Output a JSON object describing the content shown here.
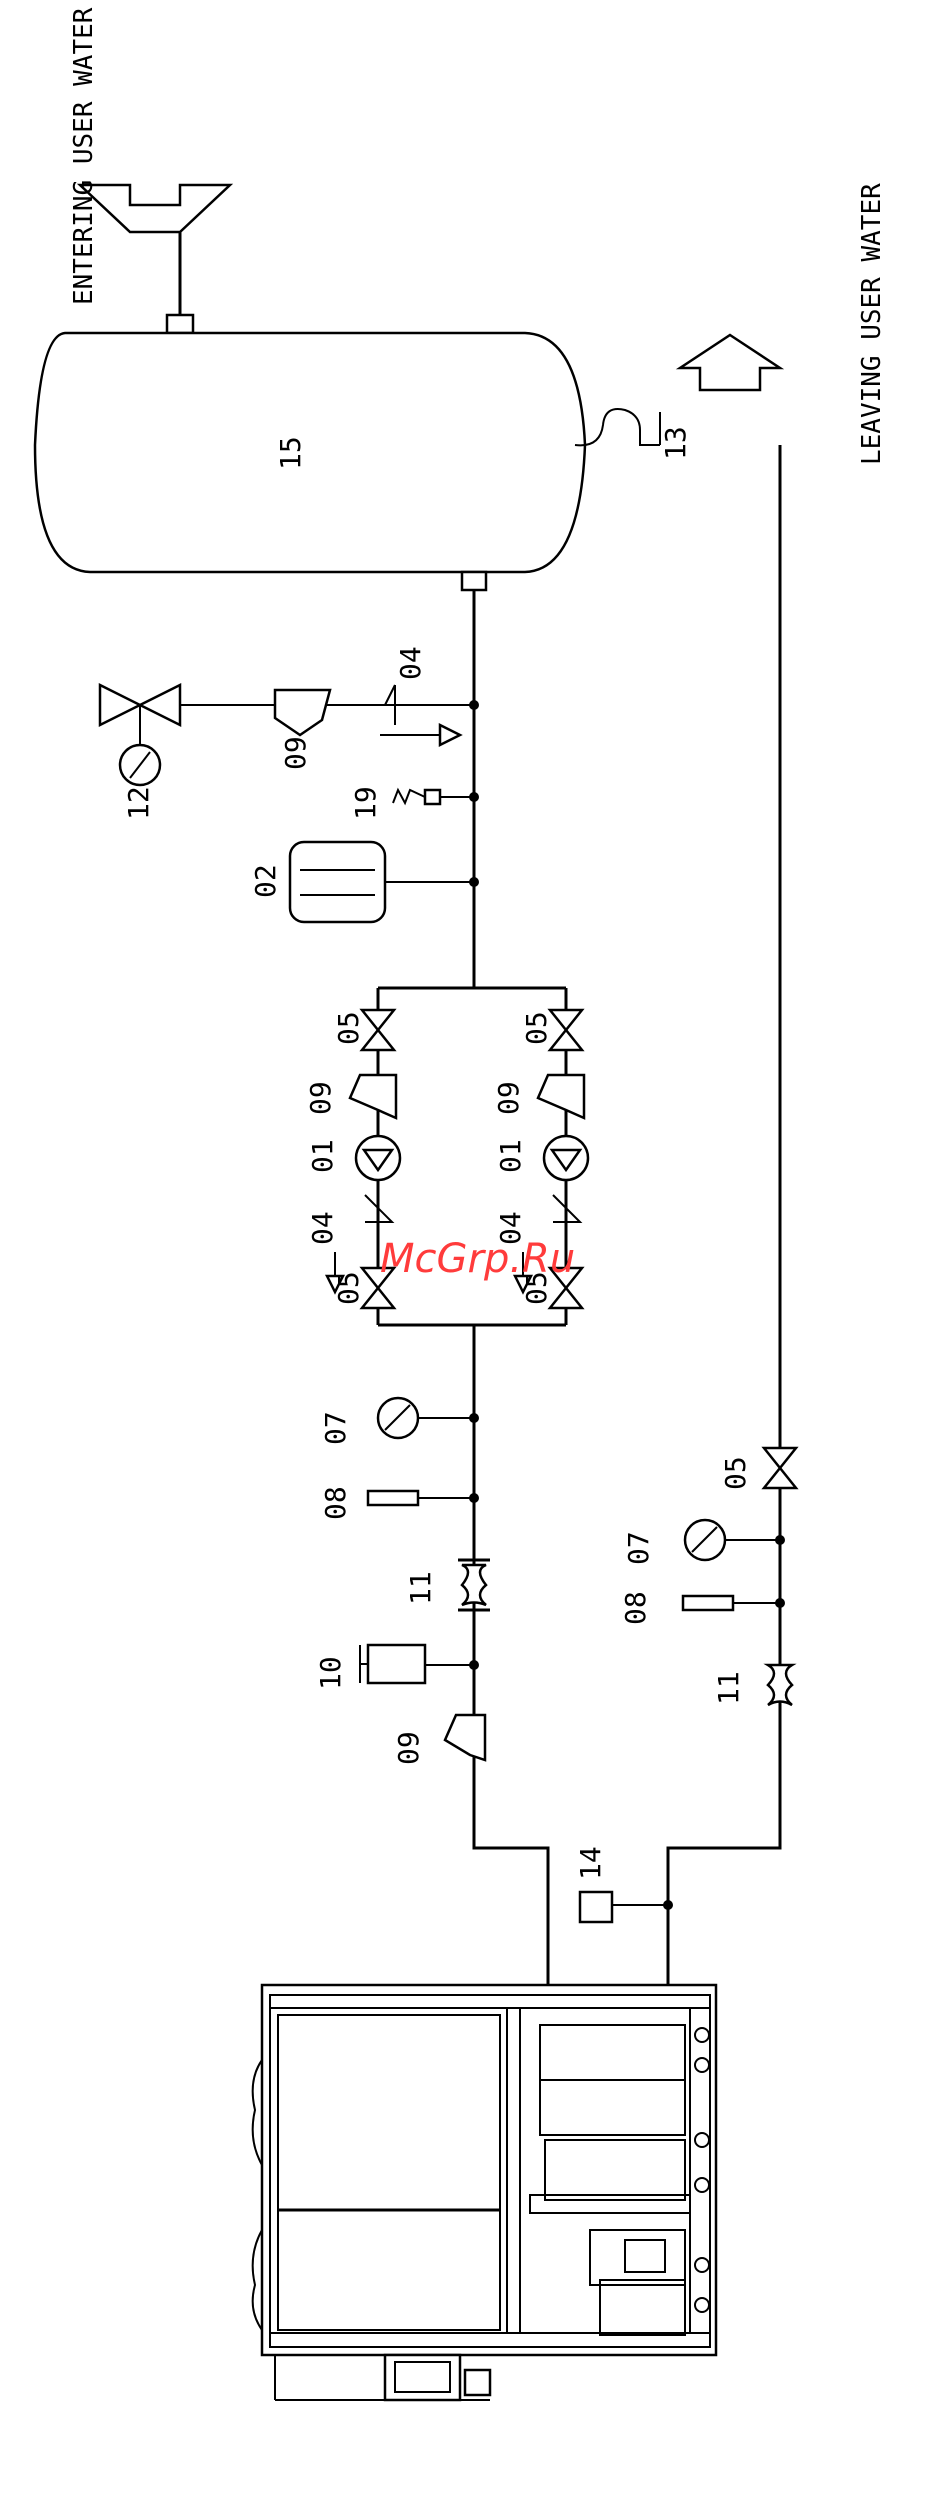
{
  "labels": {
    "entering": "ENTERING USER WATER",
    "leaving": "LEAVING USER WATER",
    "tank": "15",
    "p01": "01",
    "p02": "02",
    "p04": "04",
    "p05": "05",
    "p07": "07",
    "p08": "08",
    "p09": "09",
    "p10": "10",
    "p11": "11",
    "p12": "12",
    "p13": "13",
    "p14": "14",
    "p19": "19"
  },
  "watermark": "McGrp.Ru",
  "colors": {
    "line": "#000000",
    "watermark": "#ff3b3b",
    "background": "#ffffff"
  }
}
